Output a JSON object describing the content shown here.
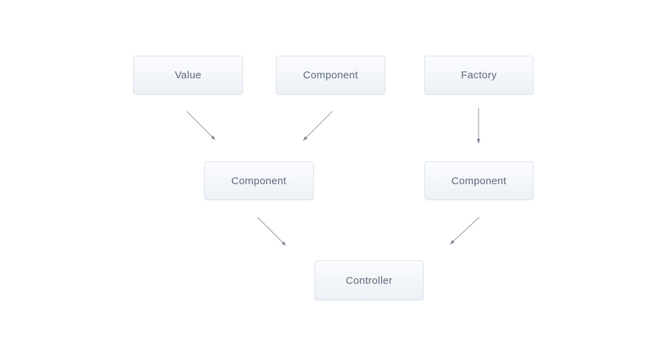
{
  "diagram": {
    "nodes": [
      {
        "id": "value",
        "label": "Value"
      },
      {
        "id": "component-top",
        "label": "Component"
      },
      {
        "id": "factory",
        "label": "Factory"
      },
      {
        "id": "component-left",
        "label": "Component"
      },
      {
        "id": "component-right",
        "label": "Component"
      },
      {
        "id": "controller",
        "label": "Controller"
      }
    ],
    "edges": [
      {
        "from": "value",
        "to": "component-left"
      },
      {
        "from": "component-top",
        "to": "component-left"
      },
      {
        "from": "factory",
        "to": "component-right"
      },
      {
        "from": "component-left",
        "to": "controller"
      },
      {
        "from": "component-right",
        "to": "controller"
      }
    ],
    "colors": {
      "canvas_background": "#ffffff",
      "node_background_top": "#fbfcfe",
      "node_background_bottom": "#edf1f5",
      "node_border": "#dce3ec",
      "node_text": "#5a6878",
      "arrow": "#8a95a3"
    }
  }
}
